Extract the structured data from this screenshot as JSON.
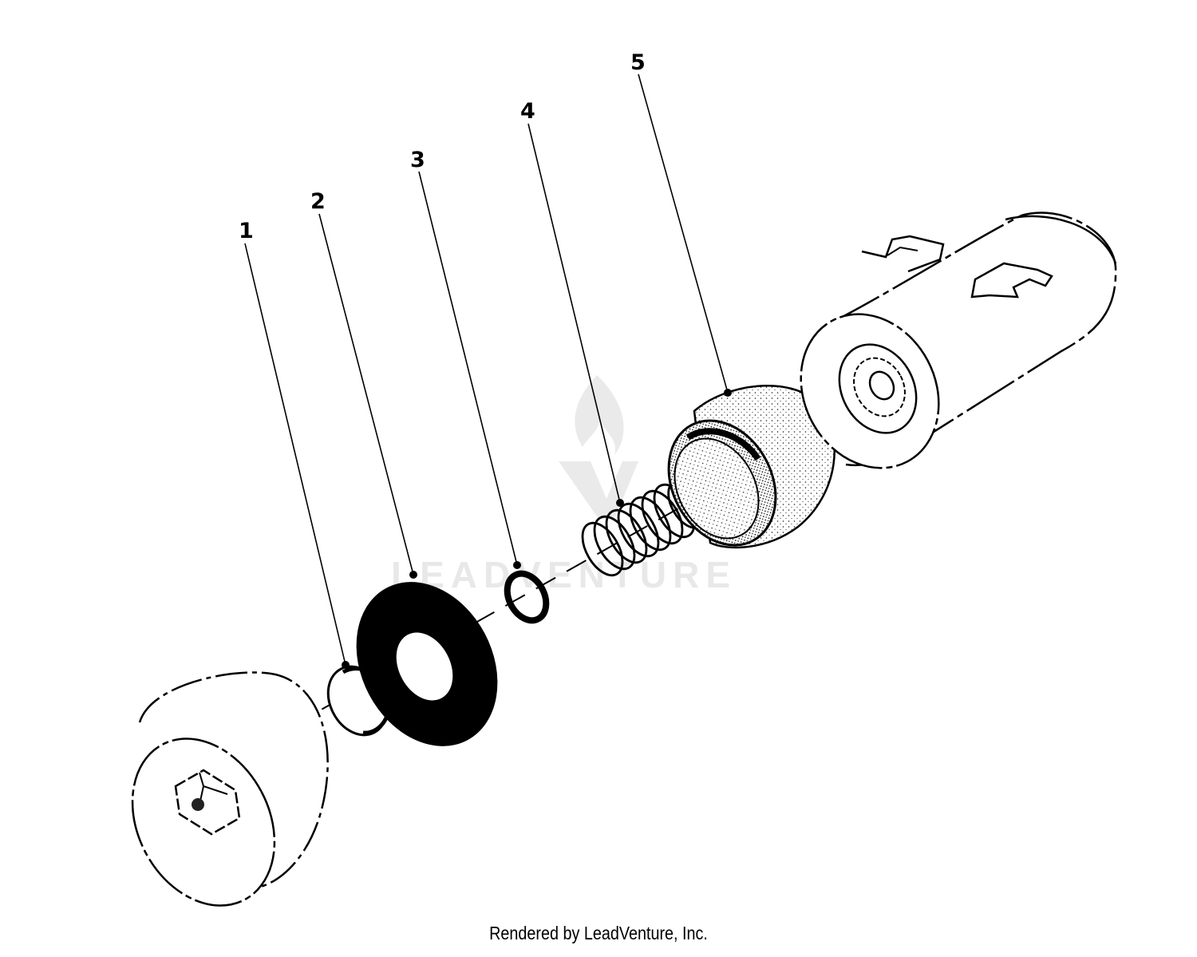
{
  "watermark": {
    "text": "LEADVENTURE"
  },
  "callouts": [
    {
      "label": "1"
    },
    {
      "label": "2"
    },
    {
      "label": "3"
    },
    {
      "label": "4"
    },
    {
      "label": "5"
    }
  ],
  "footer": {
    "text": "Rendered by LeadVenture, Inc."
  }
}
